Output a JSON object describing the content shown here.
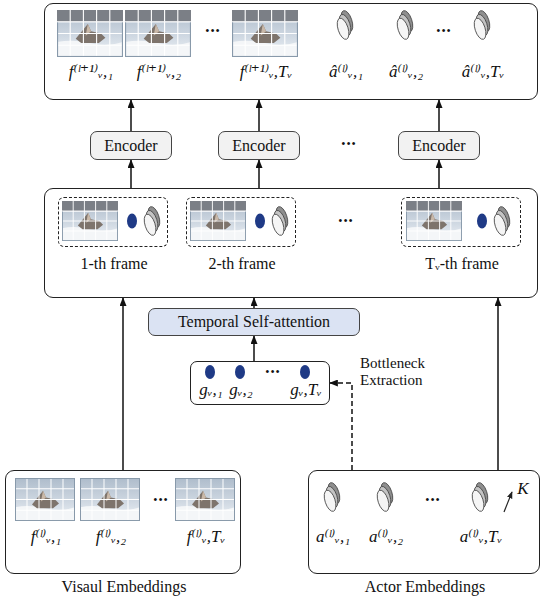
{
  "diagram": {
    "nodes": [
      {
        "text": [
          "f⁽ˡ⁺¹⁾ᵥ,₁",
          "f⁽ˡ⁺¹⁾ᵥ,₂",
          "•••",
          "f⁽ˡ⁺¹⁾ᵥ,Tᵥ",
          "â⁽ˡ⁾ᵥ,₁",
          "â⁽ˡ⁾ᵥ,₂",
          "•••",
          "â⁽ˡ⁾ᵥ,Tᵥ"
        ]
      },
      {
        "text": [
          "Encoder"
        ]
      },
      {
        "text": [
          "Encoder"
        ]
      },
      {
        "text": [
          "Encoder"
        ]
      },
      {
        "text": [
          "•••"
        ]
      },
      {
        "text": [
          "1-th frame"
        ],
        "in": 4
      },
      {
        "text": [
          "2-th frame"
        ],
        "in": 4
      },
      {
        "text": [
          "Tᵥ-th frame"
        ],
        "in": 4
      },
      {
        "text": [
          "Temporal Self-attention"
        ]
      },
      {
        "text": [
          "gᵥ,₁",
          "gᵥ,₂",
          "•••",
          "gᵥ,Tᵥ"
        ]
      },
      {
        "text": [
          "f⁽ˡ⁾ᵥ,₁",
          "f⁽ˡ⁾ᵥ,₂",
          "•••",
          "f⁽ˡ⁾ᵥ,Tᵥ",
          "Visaul Embeddings"
        ]
      },
      {
        "text": [
          "a⁽ˡ⁾ᵥ,₁",
          "a⁽ˡ⁾ᵥ,₂",
          "•••",
          "a⁽ˡ⁾ᵥ,Tᵥ",
          "K",
          "Actor Embeddings"
        ]
      }
    ],
    "edges": [
      {
        "from": 1,
        "to": 0,
        "arrow": "to"
      },
      {
        "from": 2,
        "to": 0,
        "arrow": "to"
      },
      {
        "from": 3,
        "to": 0,
        "arrow": "to"
      },
      {
        "from": 4,
        "to": 1,
        "arrow": "to"
      },
      {
        "from": 4,
        "to": 2,
        "arrow": "to"
      },
      {
        "from": 4,
        "to": 3,
        "arrow": "to"
      },
      {
        "from": 8,
        "to": 4,
        "arrow": "to"
      },
      {
        "from": 9,
        "to": 8,
        "arrow": "to"
      },
      {
        "from": 11,
        "to": 9,
        "label": "Bottleneck Extraction",
        "arrow": "to"
      },
      {
        "from": 10,
        "to": 4,
        "arrow": "to"
      },
      {
        "from": 11,
        "to": 4,
        "arrow": "to"
      }
    ],
    "labels": [
      "•••"
    ]
  }
}
